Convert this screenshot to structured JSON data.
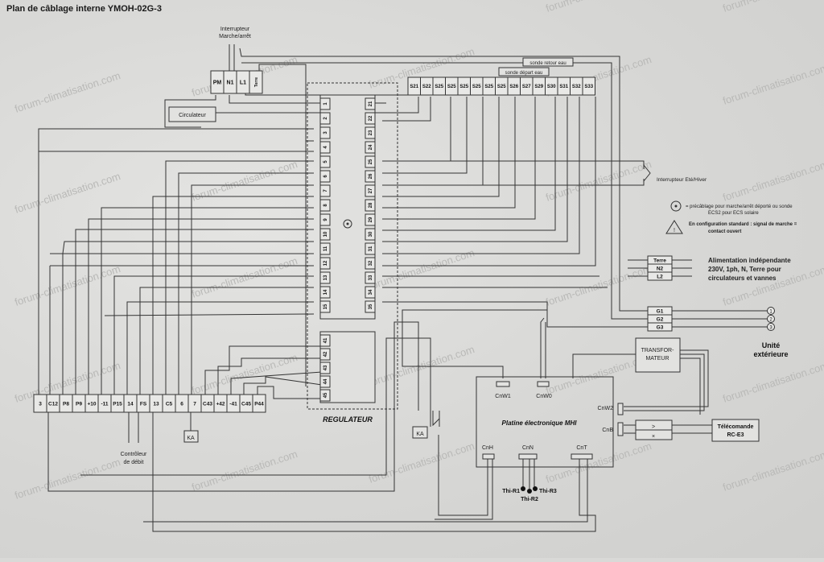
{
  "title": "Plan de câblage interne YMOH-02G-3",
  "switch_label_1": "Interrupteur",
  "switch_label_2": "Marche/arrêt",
  "power_terminals": [
    "PM",
    "N1",
    "L1",
    "Terre"
  ],
  "circulateur": "Circulateur",
  "sonde_retour": "sonde retour eau",
  "sonde_depart": "sonde départ eau",
  "top_terminals": [
    "S21",
    "S22",
    "S25",
    "S25",
    "S25",
    "S25",
    "S25",
    "S25",
    "S26",
    "S27",
    "S29",
    "S30",
    "S31",
    "S32",
    "S33"
  ],
  "regulator_left": [
    "1",
    "2",
    "3",
    "4",
    "5",
    "6",
    "7",
    "8",
    "9",
    "10",
    "11",
    "12",
    "13",
    "14",
    "15"
  ],
  "regulator_right": [
    "21",
    "22",
    "23",
    "24",
    "25",
    "26",
    "27",
    "28",
    "29",
    "30",
    "31",
    "32",
    "33",
    "34",
    "35"
  ],
  "regulator_lower": [
    "41",
    "42",
    "43",
    "44",
    "45"
  ],
  "regulator_label": "REGULATEUR",
  "bottom_terminals": [
    "3",
    "C12",
    "P8",
    "P9",
    "+10",
    "-11",
    "P15",
    "14",
    "FS",
    "13",
    "C5",
    "6",
    "7",
    "C43",
    "+42",
    "-41",
    "C45",
    "P44"
  ],
  "ka_left": "KA",
  "ka_right": "KA",
  "flow_controller_1": "Contrôleur",
  "flow_controller_2": "de débit",
  "summer_winter_switch": "Interrupteur Eté/Hiver",
  "legend_circle_1": "= précâblage pour marche/arrêt déporté ou sonde",
  "legend_circle_2": "ECS2 pour ECS solaire",
  "legend_warn_1": "En configuration standard : signal de marche =",
  "legend_warn_2": "contact ouvert",
  "supply_terminals": [
    "Terre",
    "N2",
    "L2"
  ],
  "supply_1": "Alimentation indépendante",
  "supply_2": "230V, 1ph, N, Terre pour",
  "supply_3": "circulateurs et vannes",
  "g_terminals": [
    "G1",
    "G2",
    "G3"
  ],
  "outdoor_numbers": [
    "1",
    "2",
    "3"
  ],
  "outdoor_1": "Unité",
  "outdoor_2": "extérieure",
  "transformer_1": "TRANSFOR-",
  "transformer_2": "MATEUR",
  "board_label": "Platine électronique MHI",
  "connectors": {
    "cnw1": "CnW1",
    "cnw0": "CnW0",
    "cnw2": "CnW2",
    "cnb": "CnB",
    "cnh": "CnH",
    "cnn": "CnN",
    "cnt": "CnT"
  },
  "thermistors": {
    "r1": "Thi-R1",
    "r2": "Thi-R2",
    "r3": "Thi-R3"
  },
  "remote_1": "Télécomande",
  "remote_2": "RC-E3",
  "watermark": "forum-climatisation.com"
}
